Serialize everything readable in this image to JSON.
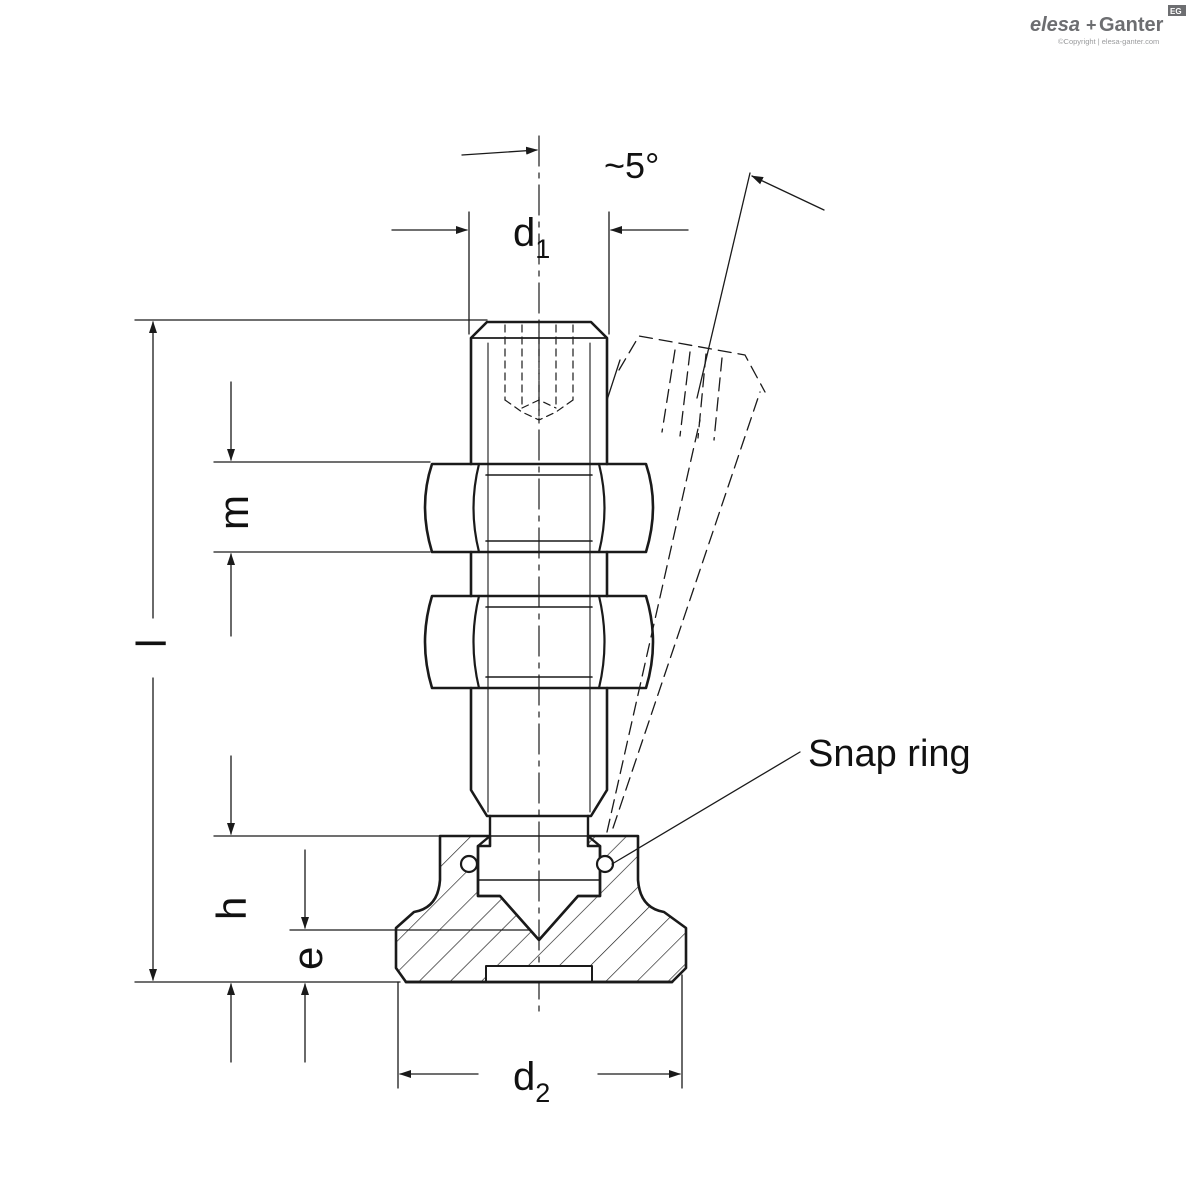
{
  "logo": {
    "brand_left": "elesa",
    "brand_plus": "+",
    "brand_right": "Ganter",
    "badge": "EG",
    "copyright": "©Copyright | elesa-ganter.com"
  },
  "dimensions": {
    "d1": "d",
    "d1_sub": "1",
    "d2": "d",
    "d2_sub": "2",
    "angle": "~5°",
    "l": "l",
    "m": "m",
    "h": "h",
    "e": "e"
  },
  "callouts": {
    "snap_ring": "Snap ring"
  },
  "colors": {
    "line": "#1a1a1a",
    "logo": "#6d6e71"
  }
}
